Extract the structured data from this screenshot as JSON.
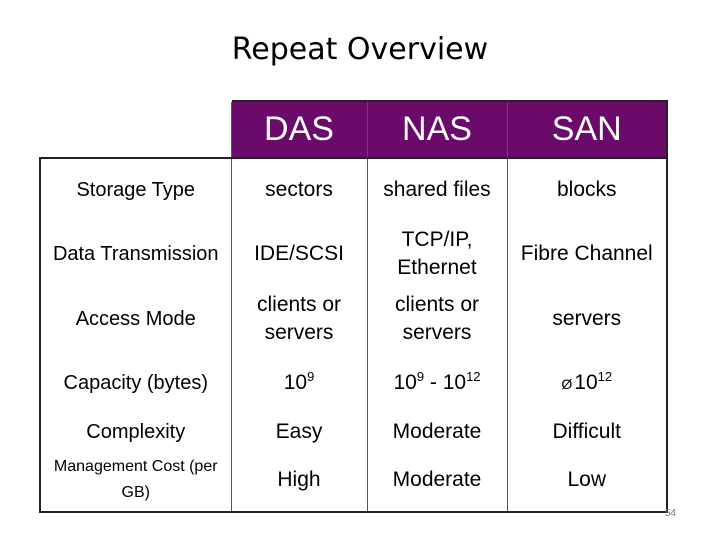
{
  "title": "Repeat Overview",
  "headers": [
    "DAS",
    "NAS",
    "SAN"
  ],
  "rows": [
    {
      "label": "Storage Type",
      "das": "sectors",
      "nas": "shared files",
      "san": "blocks"
    },
    {
      "label": "Data Transmission",
      "das": "IDE/SCSI",
      "nas": "TCP/IP, Ethernet",
      "san": "Fibre Channel"
    },
    {
      "label": "Access Mode",
      "das": "clients or servers",
      "nas": "clients or servers",
      "san": "servers"
    },
    {
      "label": "Capacity (bytes)",
      "das": {
        "base": "10",
        "exp": "9"
      },
      "nas": {
        "base1": "10",
        "exp1": "9",
        "sep": " - ",
        "base2": "10",
        "exp2": "12"
      },
      "san": {
        "arrow": "Ø",
        "base": "10",
        "exp": "12"
      }
    },
    {
      "label": "Complexity",
      "das": "Easy",
      "nas": "Moderate",
      "san": "Difficult"
    },
    {
      "label": "Management Cost (per GB)",
      "das": "High",
      "nas": "Moderate",
      "san": "Low"
    }
  ],
  "page_number": "54",
  "colors": {
    "header_bg": "#6a0a6a",
    "header_text": "#ffffff"
  }
}
